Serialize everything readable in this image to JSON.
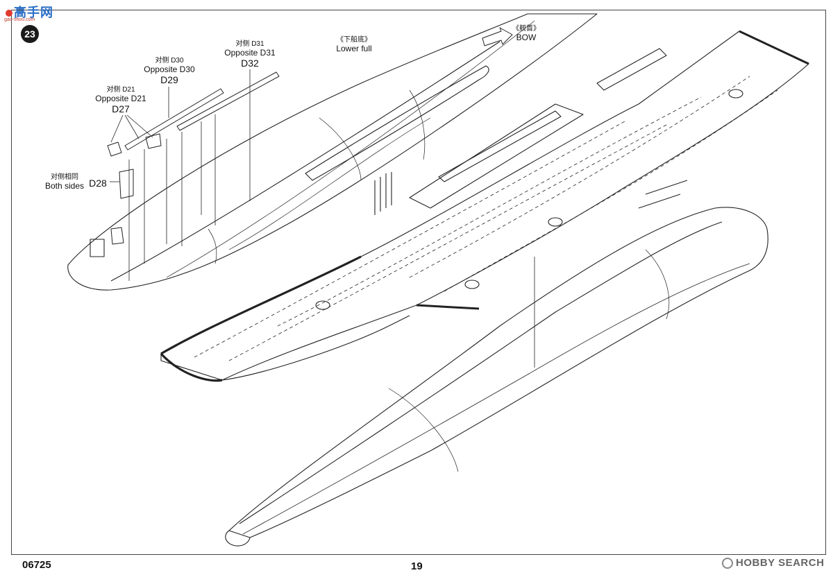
{
  "step": {
    "number": "23"
  },
  "site": {
    "logo_text": "高手网",
    "url": "gao-shou.com"
  },
  "callouts": {
    "d31": {
      "cn": "对侧 D31",
      "en": "Opposite D31",
      "part": "D32"
    },
    "d30": {
      "cn": "对侧 D30",
      "en": "Opposite D30",
      "part": "D29"
    },
    "d21": {
      "cn": "对侧 D21",
      "en": "Opposite D21",
      "part": "D27"
    },
    "d28": {
      "cn": "对侧相同",
      "en": "Both  sides",
      "part": "D28"
    },
    "lower_hull": {
      "cn": "《下船底》",
      "en": "Lower full"
    },
    "bow": {
      "cn": "《舰首》",
      "en": "BOW"
    }
  },
  "footer": {
    "code": "06725",
    "page": "19"
  },
  "watermark": {
    "text": "HOBBY SEARCH"
  }
}
